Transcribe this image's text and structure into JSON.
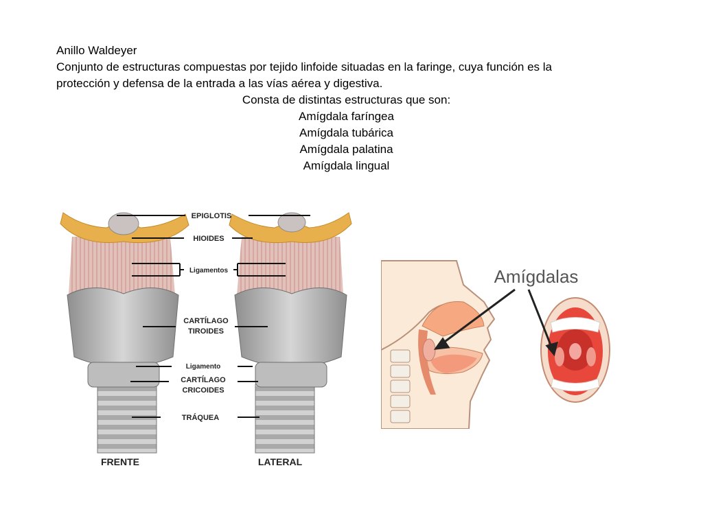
{
  "text": {
    "title": "Anillo Waldeyer",
    "description_line1": "Conjunto de estructuras compuestas por tejido linfoide situadas en la faringe, cuya función es la",
    "description_line2": "protección y defensa de la entrada a las vías aérea y digestiva.",
    "intro": "Consta de distintas estructuras que son:",
    "items": [
      "Amígdala faríngea",
      "Amígdala tubárica",
      "Amígdala palatina",
      "Amígdala lingual"
    ]
  },
  "larynx_figure": {
    "labels": {
      "epiglotis": "EPIGLOTIS",
      "hioides": "HIOIDES",
      "ligamentos": "Ligamentos",
      "cartilago_tiroides_1": "CARTÍLAGO",
      "cartilago_tiroides_2": "TIROIDES",
      "ligamento": "Ligamento",
      "cartilago_cricoides_1": "CARTÍLAGO",
      "cartilago_cricoides_2": "CRICOIDES",
      "traquea": "TRÁQUEA",
      "frente": "FRENTE",
      "lateral": "LATERAL"
    }
  },
  "tonsil_figure": {
    "label": "Amígdalas"
  },
  "colors": {
    "bone": "#e8b04c",
    "cartilage": "#b9b9b9",
    "ligament": "#d9b2ac",
    "skin": "#fbead7",
    "tissue": "#f6a880",
    "mouth": "#e8473c"
  }
}
